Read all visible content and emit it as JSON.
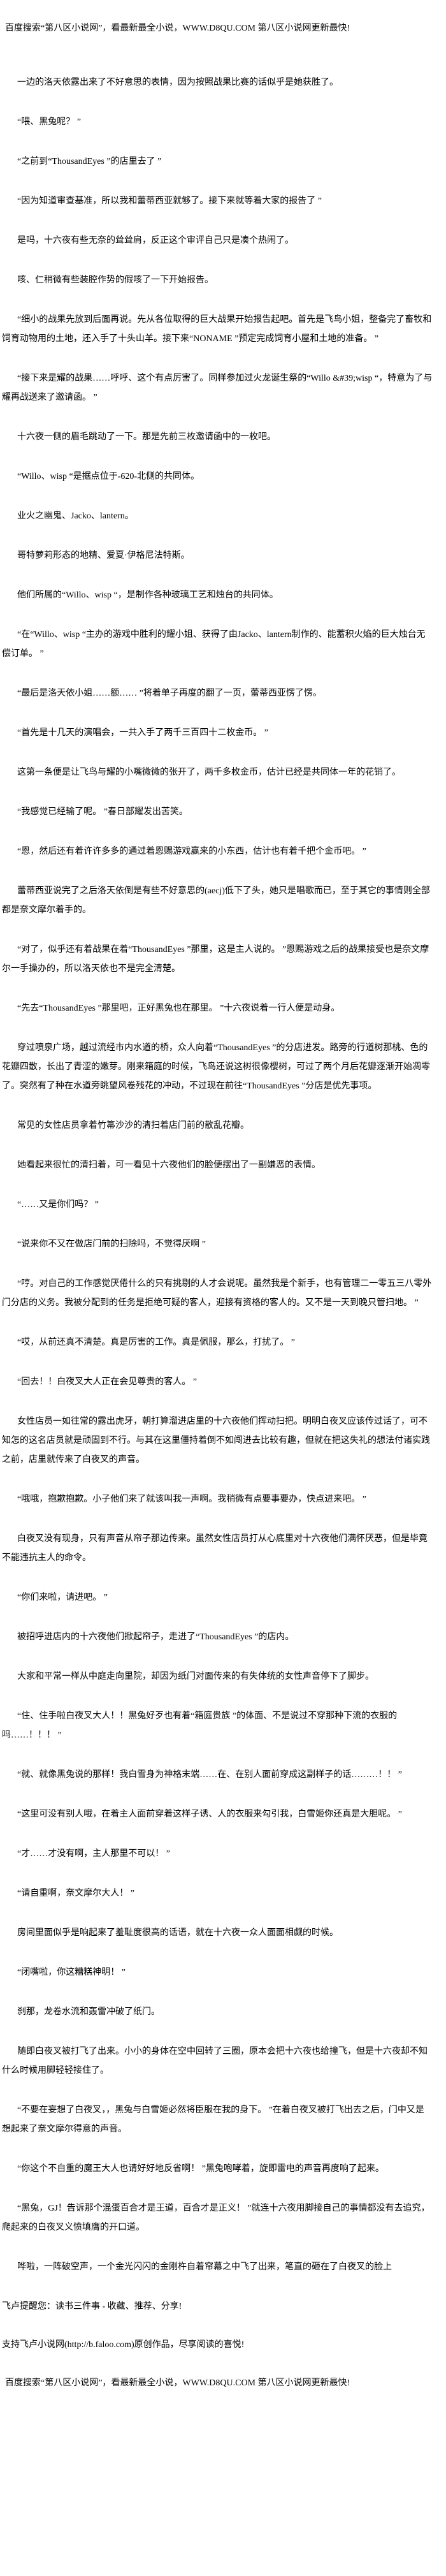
{
  "banner": {
    "text": "百度搜索“第八区小说网”，看最新最全小说，WWW.D8QU.COM   第八区小说网更新最快!"
  },
  "paragraphs": [
    "一边的洛天依露出来了不好意思的表情，因为按照战果比赛的话似乎是她获胜了。",
    "“喂、黑兔呢？ ”",
    "“之前到“ThousandEyes ”的店里去了 ”",
    "“因为知道审查基准，所以我和蕾蒂西亚就够了。接下来就等着大家的报告了 ”",
    "是吗，十六夜有些无奈的耸耸肩，反正这个审评自己只是凑个热闹了。",
    "咳、仁稍微有些装腔作势的假咳了一下开始报告。",
    "“细小的战果先放到后面再说。先从各位取得的巨大战果开始报告起吧。首先是飞鸟小姐，整备完了畜牧和饲育动物用的土地，还入手了十头山羊。接下来“NONAME ”预定完成饲育小屋和土地的准备。 ”",
    "“接下来是耀的战果……呼呼、这个有点厉害了。同样参加过火龙诞生祭的“Willo &#39;wisp “，特意为了与耀再战送来了邀请函。 ”",
    "十六夜一侧的眉毛跳动了一下。那是先前三枚邀请函中的一枚吧。",
    "“Willo、wisp “是据点位于-620-北侧的共同体。",
    "业火之幽鬼、Jacko、lantern。",
    "哥特萝莉形态的地精、爱夏·伊格尼法特斯。",
    "他们所属的“Willo、wisp “，是制作各种玻璃工艺和烛台的共同体。",
    "“在“Willo、wisp “主办的游戏中胜利的耀小姐、获得了由Jacko、lantern制作的、能蓄积火焰的巨大烛台无偿订单。 ”",
    "“最后是洛天依小姐……额…… ”将着单子再度的翻了一页，蕾蒂西亚愣了愣。",
    "“首先是十几天的演唱会，一共入手了两千三百四十二枚金币。 ”",
    "这第一条便是让飞鸟与耀的小嘴微微的张开了，两千多枚金币，估计已经是共同体一年的花销了。",
    "“我感觉已经输了呢。 ”春日部耀发出苦笑。",
    "“恩，然后还有着许许多多的通过着恩赐游戏赢来的小东西，估计也有着千把个金币吧。 ”",
    "蕾蒂西亚说完了之后洛天依倒是有些不好意思的(aecj)低下了头，她只是唱歌而已，至于其它的事情则全部都是奈文摩尔着手的。",
    "“对了，似乎还有着战果在着“ThousandEyes ”那里，这是主人说的。 ”恩赐游戏之后的战果接受也是奈文摩尔一手操办的，所以洛天依也不是完全清楚。",
    "“先去“ThousandEyes ”那里吧，正好黑兔也在那里。 ”十六夜说着一行人便是动身。",
    "穿过喷泉广场，越过流经市内水道的桥，众人向着“ThousandEyes ”的分店进发。路旁的行道树那桃、色的花瓣四散，长出了青涩的嫩芽。刚来箱庭的时候，飞鸟还说这树很像樱树，可过了两个月后花瓣逐渐开始凋零了。突然有了种在水道旁眺望风卷残花的冲动，不过现在前往“ThousandEyes ”分店是优先事项。",
    "常见的女性店员拿着竹箒沙沙的清扫着店门前的散乱花瓣。",
    "她看起来很忙的清扫着，可一看见十六夜他们的脸便摆出了一副嫌恶的表情。",
    "“……又是你们吗？ ”",
    "“说来你不又在做店门前的扫除吗，不觉得厌啊 ”",
    "“哼。对自己的工作感觉厌倦什么的只有挑剔的人才会说呢。虽然我是个新手，也有管理二一零五三八零外门分店的义务。我被分配到的任务是拒绝可疑的客人，迎接有资格的客人的。又不是一天到晚只管扫地。 ”",
    "“哎，从前还真不清楚。真是厉害的工作。真是佩服，那么，打扰了。 ”",
    "“回去！！白夜叉大人正在会见尊贵的客人。 ”",
    "女性店员一如往常的露出虎牙，朝打算溜进店里的十六夜他们挥动扫把。明明白夜叉应该传过话了，可不知怎的这名店员就是顽固到不行。与其在这里僵持着倒不如闯进去比较有趣，但就在把这失礼的想法付诸实践之前，店里就传来了白夜叉的声音。",
    "“哦哦，抱歉抱歉。小子他们来了就该叫我一声啊。我稍微有点要事要办，快点进来吧。 ”",
    "白夜叉没有现身，只有声音从帘子那边传来。虽然女性店员打从心底里对十六夜他们满怀厌恶，但是毕竟不能违抗主人的命令。",
    "“你们来啦，请进吧。 ”",
    "被招呼进店内的十六夜他们掀起帘子，走进了“ThousandEyes ”的店内。",
    "大家和平常一样从中庭走向里院，却因为纸门对面传来的有失体统的女性声音停下了脚步。",
    "“住、住手啦白夜叉大人！！黑兔好歹也有着“箱庭贵族 ”的体面、不是说过不穿那种下流的衣服的吗……！！！ ”",
    "“就、就像黑兔说的那样！我白雪身为神格末端……在、在别人面前穿成这副样子的话………！！ ”",
    "“这里可没有别人哦，在着主人面前穿着这样子诱、人的衣服来勾引我，白雪姬你还真是大胆呢。 ”",
    "“才……才没有啊，主人那里不可以！ ”",
    "“请自重啊，奈文摩尔大人！ ”",
    "房间里面似乎是响起来了羞耻度很高的话语，就在十六夜一众人面面相觑的时候。",
    "“闭嘴啦，你这糟糕神明！ ”",
    "刹那，龙卷水流和轰雷冲破了纸门。",
    "随即白夜叉被打飞了出来。小小的身体在空中回转了三圈，原本会把十六夜也给撞飞，但是十六夜却不知什么时候用脚轻轻接住了。",
    "“不要在妄想了白夜叉，，黑兔与白雪姬必然将臣服在我的身下。 ”在着白夜叉被打飞出去之后，门中又是想起来了奈文摩尔得意的声音。",
    "“你这个不自重的魔王大人也请好好地反省啊！ ”黑兔咆哮着，旋即雷电的声音再度响了起来。",
    "“黑兔，GJ！告诉那个混蛋百合才是王道，百合才是正义！ ”就连十六夜用脚接自己的事情都没有去追究，爬起来的白夜叉义愤填膺的开口道。",
    "哗啦，一阵破空声，一个金光闪闪的金刚杵自着帘幕之中飞了出来，笔直的砸在了白夜叉的脸上"
  ],
  "footer": {
    "reminder": "飞卢提醒您：读书三件事 - 收藏、推荐、分享!",
    "support": "支持飞卢小说网(http://b.faloo.com)原创作品，尽享阅读的喜悦!",
    "banner": "百度搜索“第八区小说网”，看最新最全小说，WWW.D8QU.COM   第八区小说网更新最快!"
  }
}
